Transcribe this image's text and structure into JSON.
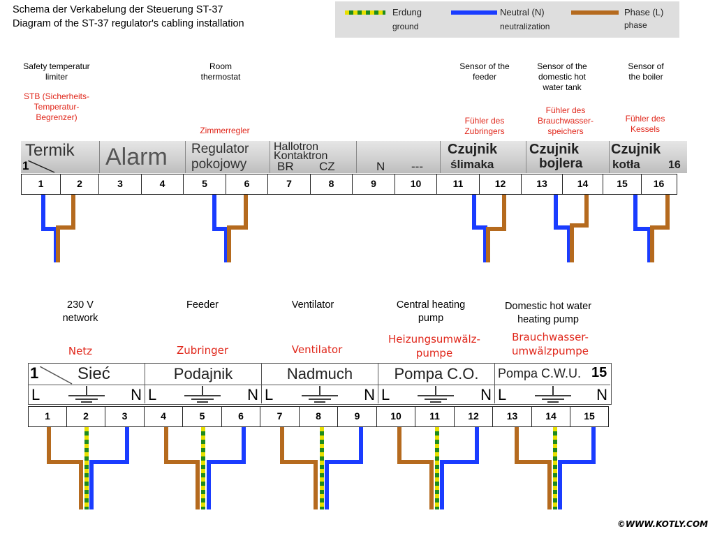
{
  "title": {
    "de": "Schema der Verkabelung der Steuerung ST-37",
    "en": "Diagram of the ST-37 regulator's cabling installation"
  },
  "legend": [
    {
      "label": "Erdung",
      "sub": "ground",
      "color": "earth"
    },
    {
      "label": "Neutral (N)",
      "sub": "neutralization",
      "color": "#1a3cff"
    },
    {
      "label": "Phase (L)",
      "sub": "phase",
      "color": "#b56a1e"
    }
  ],
  "colors": {
    "neutral": "#1a3cff",
    "phase": "#b56a1e",
    "earth_green": "#1e8a1e",
    "earth_yellow": "#e8e000",
    "red_text": "#e0261a"
  },
  "top_labels": [
    {
      "en": "Safety temperatur limiter",
      "de": "STB (Sicherheits-Temperatur-Begrenzer)"
    },
    {
      "en": "Room thermostat",
      "de": "Zimmerregler"
    },
    {
      "en": "Sensor of the feeder",
      "de": "Fühler des Zubringers"
    },
    {
      "en": "Sensor of the domestic hot water tank",
      "de": "Fühler des Brauchwasser-speichers"
    },
    {
      "en": "Sensor of the boiler",
      "de": "Fühler des Kessels"
    }
  ],
  "top_strip": {
    "sections": [
      {
        "text": "Termik",
        "corner": "1"
      },
      {
        "text": "Alarm"
      },
      {
        "text": "Regulator",
        "text2": "pokojowy"
      },
      {
        "text": "Hallotron",
        "text2": "Kontaktron",
        "sub": [
          "BR",
          "CZ"
        ]
      },
      {
        "sub": [
          "N",
          "---"
        ]
      },
      {
        "text": "Czujnik",
        "text2": "ślimaka"
      },
      {
        "text": "Czujnik",
        "text2": "bojlera"
      },
      {
        "text": "Czujnik",
        "text2": "kotła",
        "corner": "16"
      }
    ],
    "pins": [
      "1",
      "2",
      "3",
      "4",
      "5",
      "6",
      "7",
      "8",
      "9",
      "10",
      "11",
      "12",
      "13",
      "14",
      "15",
      "16"
    ]
  },
  "bottom_labels": [
    {
      "en": "230 V network",
      "de": "Netz"
    },
    {
      "en": "Feeder",
      "de": "Zubringer"
    },
    {
      "en": "Ventilator",
      "de": "Ventilator"
    },
    {
      "en": "Central heating pump",
      "de": "Heizungsumwälz-pumpe"
    },
    {
      "en": "Domestic hot water heating pump",
      "de": "Brauchwasser-umwälzpumpe"
    }
  ],
  "bottom_strip": {
    "sections": [
      {
        "text": "Sieć",
        "corner": "1"
      },
      {
        "text": "Podajnik"
      },
      {
        "text": "Nadmuch"
      },
      {
        "text": "Pompa C.O."
      },
      {
        "text": "Pompa C.W.U.",
        "corner": "15"
      }
    ],
    "row_L": "L",
    "row_N": "N",
    "pins": [
      "1",
      "2",
      "3",
      "4",
      "5",
      "6",
      "7",
      "8",
      "9",
      "10",
      "11",
      "12",
      "13",
      "14",
      "15"
    ]
  },
  "copyright": "©WWW.KOTLY.COM"
}
